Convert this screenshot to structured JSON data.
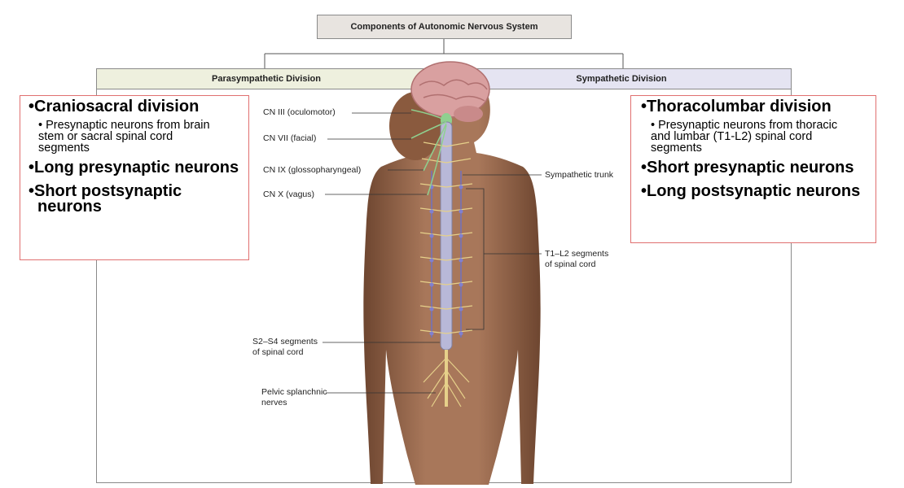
{
  "title": "Components of Autonomic Nervous System",
  "parasympathetic": {
    "heading": "Parasympathetic Division",
    "point1": "•Craniosacral division",
    "sub1": "• Presynaptic neurons from brain stem or sacral spinal cord segments",
    "point2": "•Long presynaptic neurons",
    "point3": "•Short postsynaptic neurons"
  },
  "sympathetic": {
    "heading": "Sympathetic Division",
    "point1": "•Thoracolumbar division",
    "sub1": "• Presynaptic neurons from thoracic and lumbar (T1-L2) spinal cord segments",
    "point2": "•Short presynaptic neurons",
    "point3": "•Long postsynaptic neurons"
  },
  "labels": {
    "cn3": "CN III (oculomotor)",
    "cn7": "CN VII (facial)",
    "cn9": "CN IX (glossopharyngeal)",
    "cn10": "CN X (vagus)",
    "s2s4_1": "S2–S4 segments",
    "s2s4_2": "of spinal cord",
    "pelvic_1": "Pelvic splanchnic",
    "pelvic_2": "nerves",
    "trunk": "Sympathetic trunk",
    "t1l2_1": "T1–L2 segments",
    "t1l2_2": "of spinal cord"
  },
  "colors": {
    "skin": "#9b6b4a",
    "brain": "#d9a0a0",
    "callout_border": "#e07070",
    "para_head_bg": "#eef0de",
    "symp_head_bg": "#e5e4f2"
  }
}
